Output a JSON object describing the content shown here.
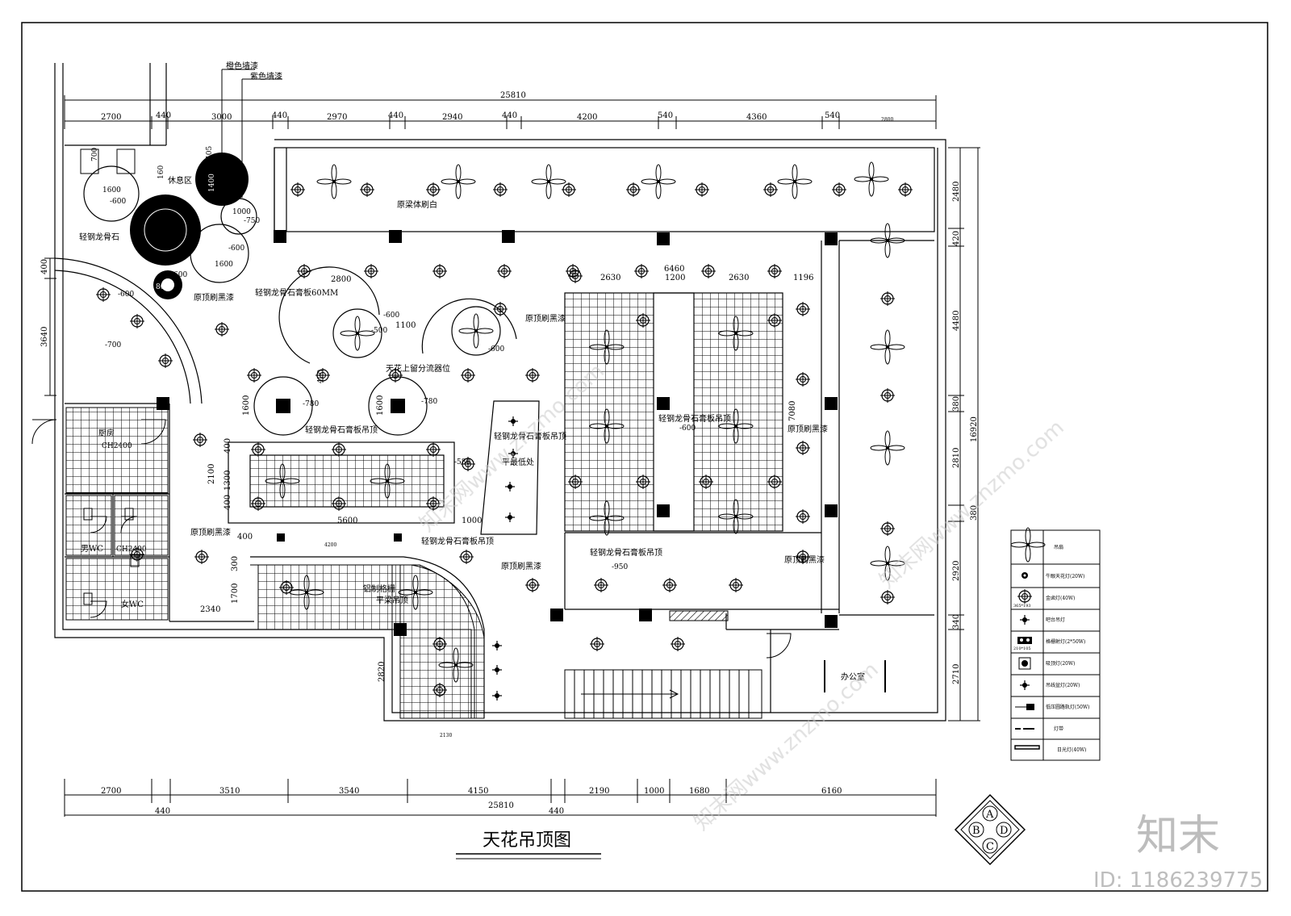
{
  "drawing": {
    "title": "天花吊顶图",
    "logo_letters": [
      "A",
      "B",
      "C",
      "D"
    ]
  },
  "watermark": {
    "brand": "知末",
    "id_text": "ID: 1186239775",
    "diagonal_text": "知末网www.znzmo.com"
  },
  "dimensions": {
    "top_total": "25810",
    "top": [
      "2700",
      "440",
      "3000",
      "440",
      "2970",
      "440",
      "2940",
      "440",
      "4200",
      "540",
      "4360",
      "540",
      "2800"
    ],
    "bottom_total": "25810",
    "bottom": [
      "2700",
      "3510",
      "3540",
      "4150",
      "2190",
      "1000",
      "1680",
      "6160"
    ],
    "bottom_sub": [
      "440",
      "440"
    ],
    "right": [
      "2480",
      "420",
      "4480",
      "380",
      "2810",
      "380",
      "2920",
      "340",
      "2710"
    ],
    "right_total": "16920",
    "left": [
      "400",
      "3640"
    ],
    "inner": [
      "2800",
      "1100",
      "6460",
      "2630",
      "1200",
      "2630",
      "1196",
      "7080",
      "5600",
      "1000",
      "2100",
      "400",
      "1300",
      "400",
      "1600",
      "1600",
      "400",
      "4200",
      "300",
      "1700",
      "2340",
      "2820",
      "2130",
      "1600",
      "1600",
      "1400",
      "1000",
      "800",
      "405",
      "160",
      "700",
      "400"
    ]
  },
  "annotations": {
    "orange_paint": "橙色墙漆",
    "purple_paint": "紫色墙漆",
    "rest_area": "休息区",
    "beam_white": "原梁体刷白",
    "light_steel_1": "轻钢龙骨石",
    "light_steel_60": "轻钢龙骨石膏板60MM",
    "black_paint": "原顶刷黑漆",
    "diffuser": "天花上留分流器位",
    "steel_ceiling": "轻钢龙骨石膏板吊顶",
    "lowest": "平最低处",
    "alu_grid": "铝制格栅",
    "flat_beam": "平梁吊顶",
    "kitchen": "厨房",
    "male_wc": "男WC",
    "female_wc": "女WC",
    "office": "办公室",
    "ch2400": "CH2400",
    "ch2400b": "CH2400",
    "lv_600": "-600",
    "lv_700": "-700",
    "lv_750": "-750",
    "lv_780": "-780",
    "lv_500": "-500",
    "lv_950": "-950",
    "lv_580": "-580"
  },
  "legend": [
    {
      "icon": "fan-icon",
      "label": "吊扇"
    },
    {
      "icon": "bullseye-icon",
      "label": "牛眼天花灯(20W)"
    },
    {
      "icon": "halide-icon",
      "label": "金卤灯(40W)"
    },
    {
      "icon": "bar-lamp-icon",
      "label": "吧台吊灯"
    },
    {
      "icon": "grille-icon",
      "label": "格栅射灯(2*50W)"
    },
    {
      "icon": "ceiling-lamp-icon",
      "label": "吸顶灯(20W)"
    },
    {
      "icon": "pendant-icon",
      "label": "吊线盆灯(20W)"
    },
    {
      "icon": "track-icon",
      "label": "低压圆路轨灯(50W)"
    },
    {
      "icon": "strip-icon",
      "label": "灯带"
    },
    {
      "icon": "tube-icon",
      "label": "日光灯(40W)"
    }
  ],
  "legend_sizes": [
    "365*193",
    "210*105"
  ]
}
